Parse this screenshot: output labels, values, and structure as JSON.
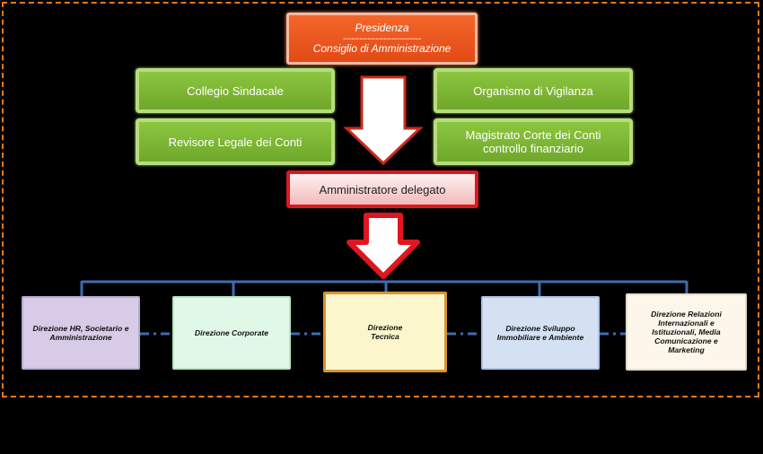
{
  "top": {
    "line1": "Presidenza",
    "separator": "-----------------------------",
    "line2": "Consiglio di Amministrazione"
  },
  "left_boxes": [
    "Collegio Sindacale",
    "Revisore Legale dei Conti"
  ],
  "right_boxes": [
    "Organismo di Vigilanza",
    "Magistrato Corte dei Conti controllo finanziario"
  ],
  "center": "Amministratore delegato",
  "directions": [
    "Direzione HR, Societario e Amministrazione",
    "Direzione Corporate",
    "Direzione Tecnica",
    "Direzione Sviluppo Immobiliare e Ambiente",
    "Direzione Relazioni Internazionali e Istituzionali, Media Comunicazione e Marketing"
  ],
  "colors": {
    "presidenza": "#e24a16",
    "green": "#7ab535",
    "ad_border": "#e0161f",
    "connector": "#3d6db0",
    "frame": "#e07a1f"
  }
}
